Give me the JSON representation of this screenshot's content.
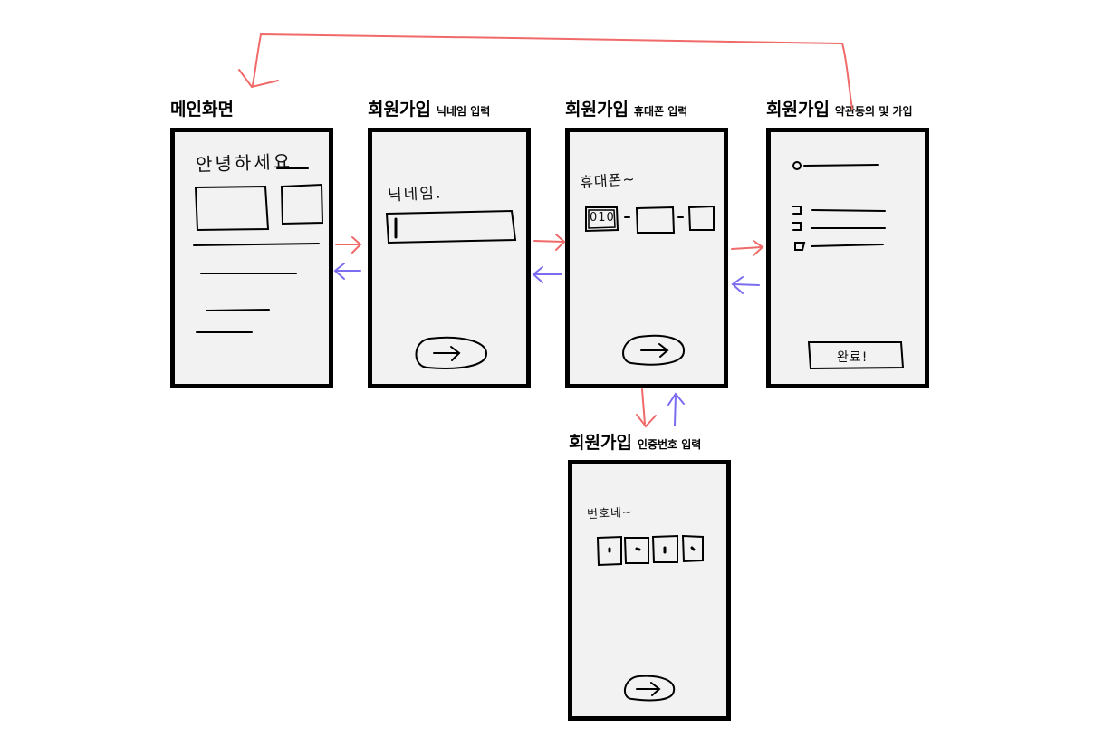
{
  "screens": [
    {
      "id": "main",
      "title": "메인화면",
      "subtitle": "",
      "greeting": "안녕하세요"
    },
    {
      "id": "nickname",
      "title": "회원가입",
      "subtitle": "닉네임 입력",
      "label": "닉네임."
    },
    {
      "id": "phone",
      "title": "회원가입",
      "subtitle": "휴대폰 입력",
      "label": "휴대폰~",
      "prefix": "010"
    },
    {
      "id": "terms",
      "title": "회원가입",
      "subtitle": "약관동의 및 가입",
      "button": "완료!"
    },
    {
      "id": "verify",
      "title": "회원가입",
      "subtitle": "인증번호 입력",
      "label": "번호네~"
    }
  ],
  "colors": {
    "forward": "#f06a6a",
    "back": "#7b6cf0",
    "frame": "#000000",
    "fill": "#f2f2f2"
  }
}
